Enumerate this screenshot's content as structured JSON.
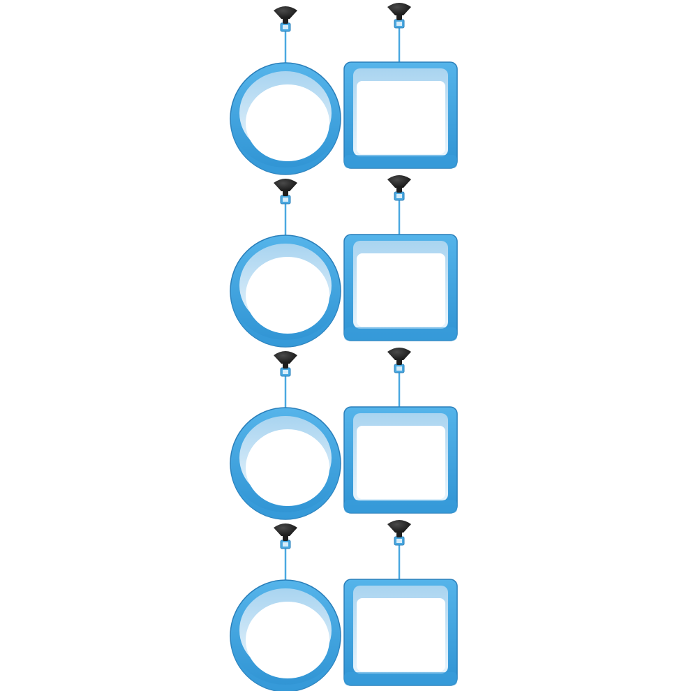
{
  "product": {
    "rows": 4,
    "items_per_row": [
      "round-feeding-ring",
      "square-feeding-ring"
    ],
    "colors": {
      "ring_blue": "#3a9fdc",
      "ring_inner_light": "#b9dcf2",
      "ring_edge_dark": "#2a7fba",
      "suction_cup_black": "#1e1e1e",
      "cord_blue": "#4aa8e0",
      "background": "#ffffff"
    }
  }
}
